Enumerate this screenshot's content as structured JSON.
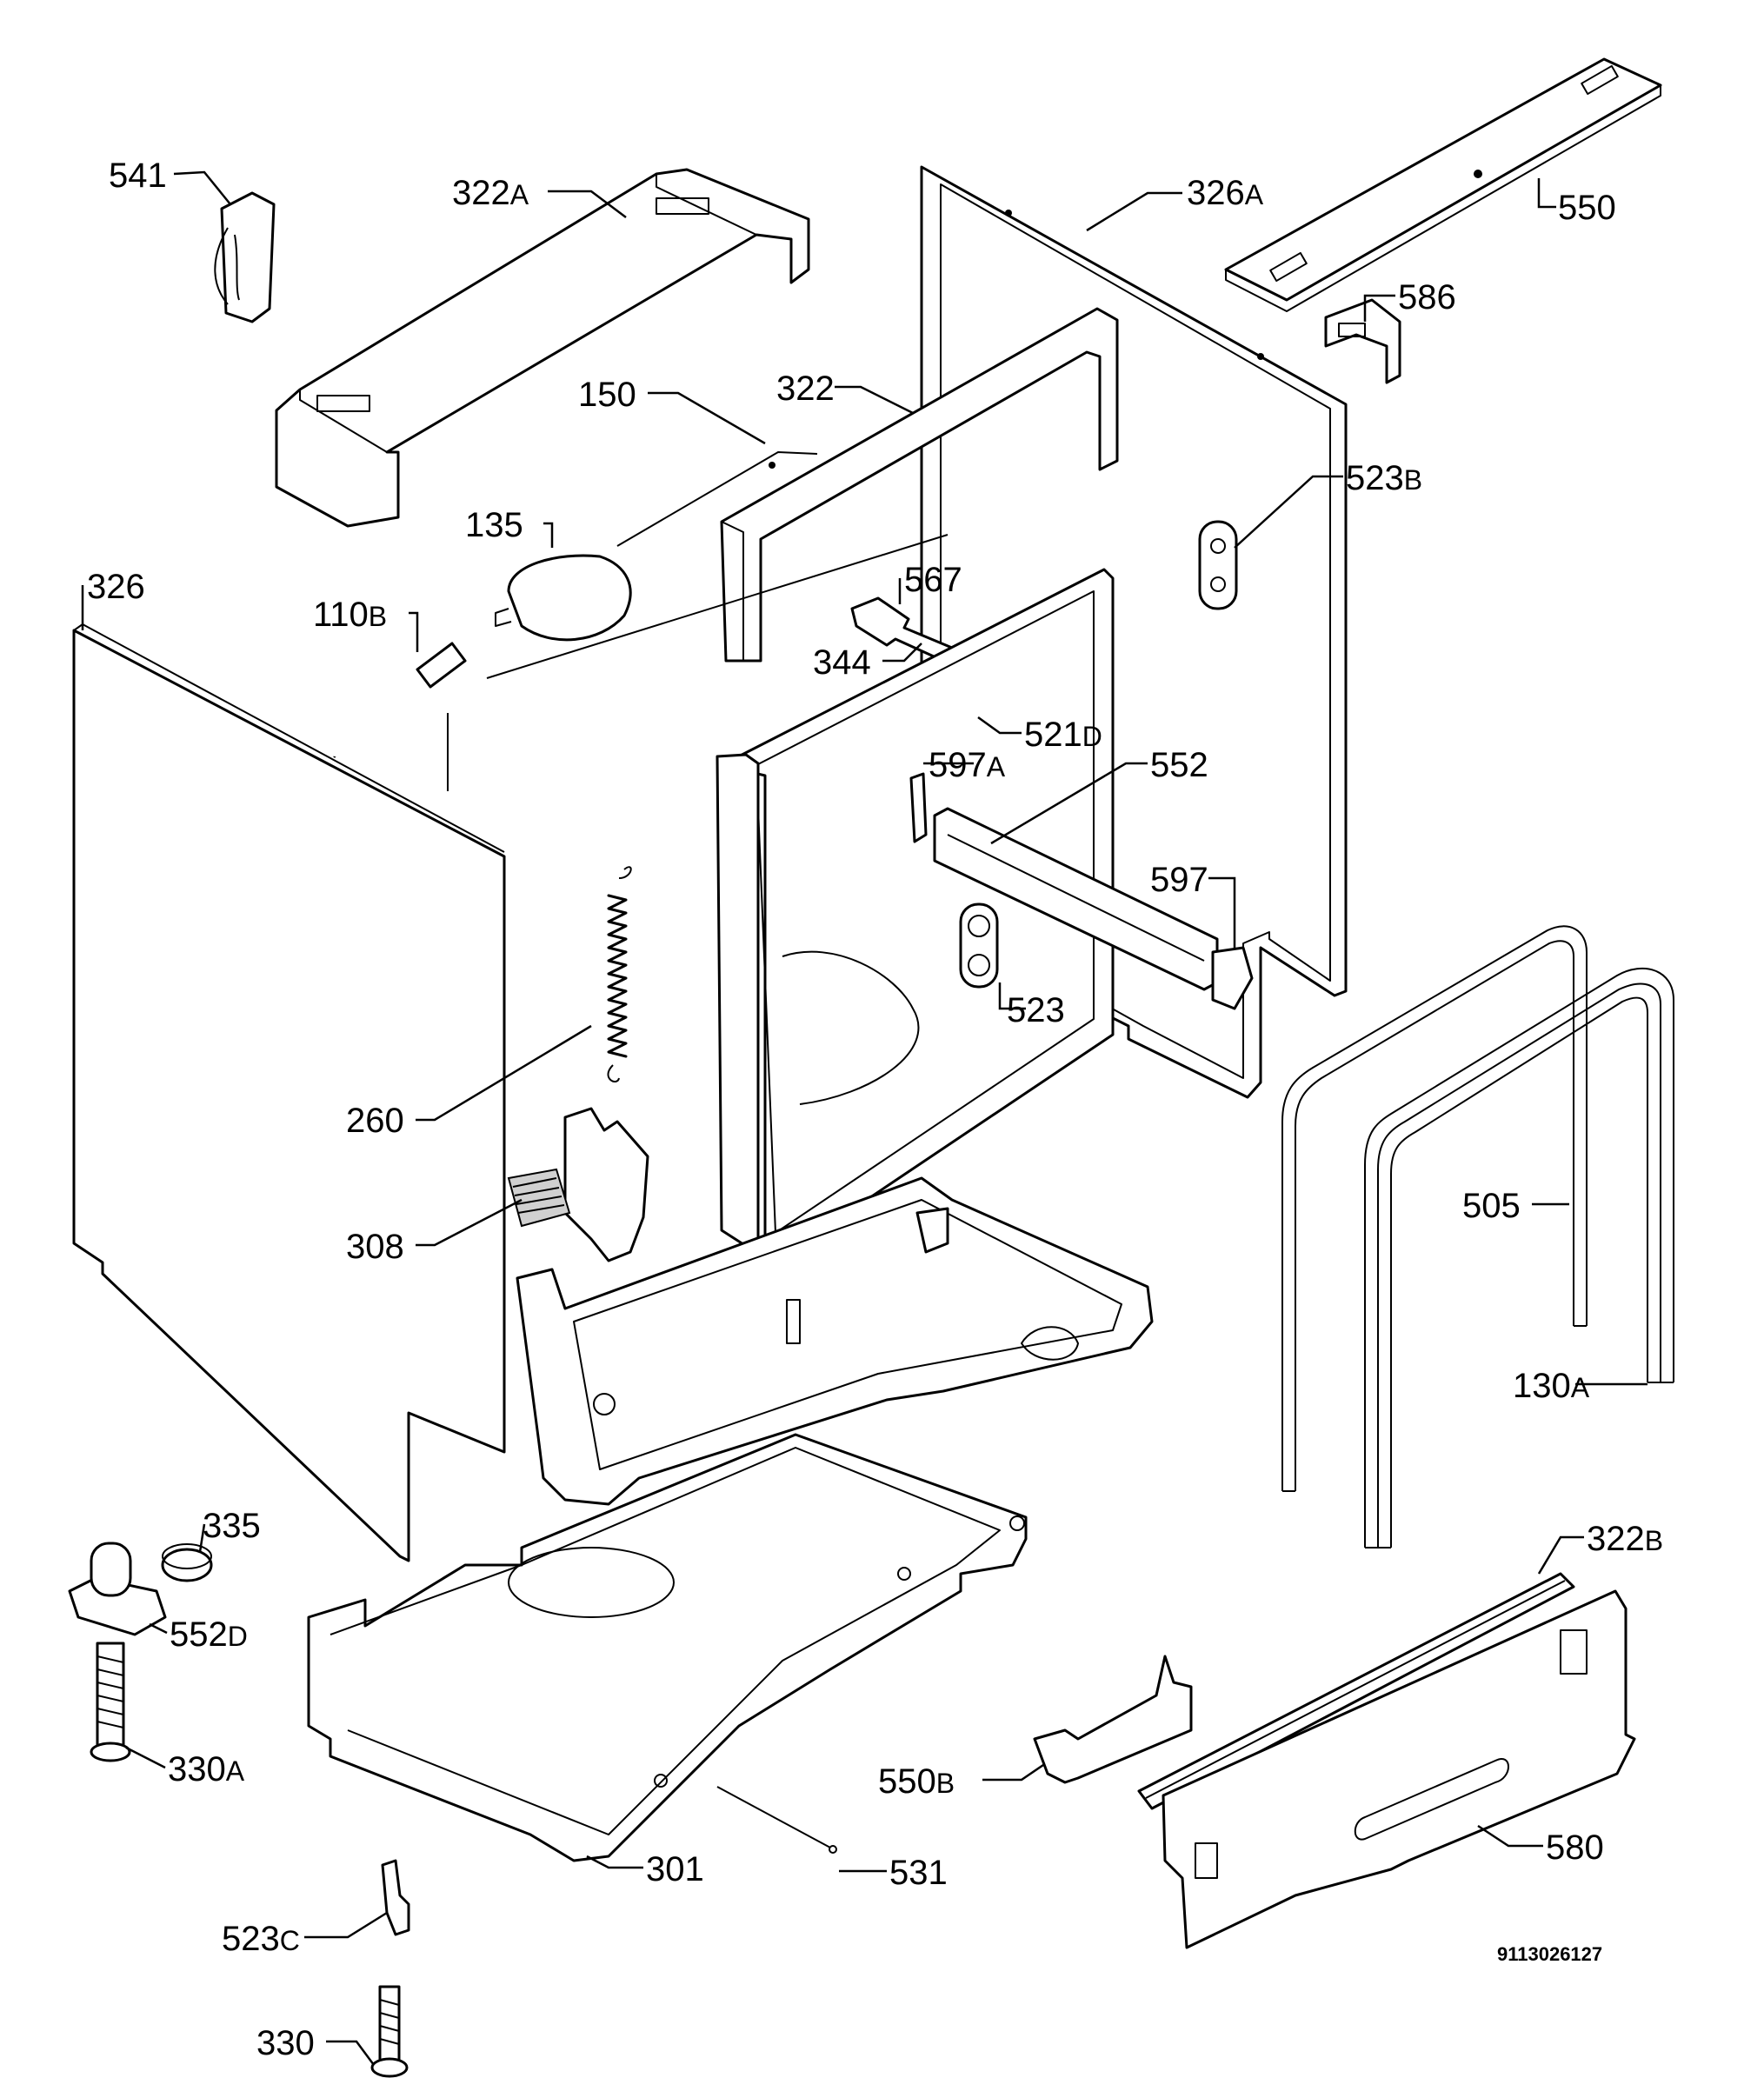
{
  "diagram": {
    "document_number": "9113026127",
    "labels": [
      {
        "id": "541",
        "num": "541",
        "suffix": ""
      },
      {
        "id": "322A",
        "num": "322",
        "suffix": "A"
      },
      {
        "id": "326A",
        "num": "326",
        "suffix": "A"
      },
      {
        "id": "550",
        "num": "550",
        "suffix": ""
      },
      {
        "id": "586",
        "num": "586",
        "suffix": ""
      },
      {
        "id": "150",
        "num": "150",
        "suffix": ""
      },
      {
        "id": "322",
        "num": "322",
        "suffix": ""
      },
      {
        "id": "523B",
        "num": "523",
        "suffix": "B"
      },
      {
        "id": "135",
        "num": "135",
        "suffix": ""
      },
      {
        "id": "326",
        "num": "326",
        "suffix": ""
      },
      {
        "id": "567",
        "num": "567",
        "suffix": ""
      },
      {
        "id": "110B",
        "num": "110",
        "suffix": "B"
      },
      {
        "id": "344",
        "num": "344",
        "suffix": ""
      },
      {
        "id": "521D",
        "num": "521",
        "suffix": "D"
      },
      {
        "id": "597A",
        "num": "597",
        "suffix": "A"
      },
      {
        "id": "552",
        "num": "552",
        "suffix": ""
      },
      {
        "id": "597",
        "num": "597",
        "suffix": ""
      },
      {
        "id": "523",
        "num": "523",
        "suffix": ""
      },
      {
        "id": "260",
        "num": "260",
        "suffix": ""
      },
      {
        "id": "505",
        "num": "505",
        "suffix": ""
      },
      {
        "id": "308",
        "num": "308",
        "suffix": ""
      },
      {
        "id": "130A",
        "num": "130",
        "suffix": "A"
      },
      {
        "id": "335",
        "num": "335",
        "suffix": ""
      },
      {
        "id": "322B",
        "num": "322",
        "suffix": "B"
      },
      {
        "id": "552D",
        "num": "552",
        "suffix": "D"
      },
      {
        "id": "330A",
        "num": "330",
        "suffix": "A"
      },
      {
        "id": "550B",
        "num": "550",
        "suffix": "B"
      },
      {
        "id": "580",
        "num": "580",
        "suffix": ""
      },
      {
        "id": "301",
        "num": "301",
        "suffix": ""
      },
      {
        "id": "531",
        "num": "531",
        "suffix": ""
      },
      {
        "id": "523C",
        "num": "523",
        "suffix": "C"
      },
      {
        "id": "330",
        "num": "330",
        "suffix": ""
      }
    ]
  }
}
